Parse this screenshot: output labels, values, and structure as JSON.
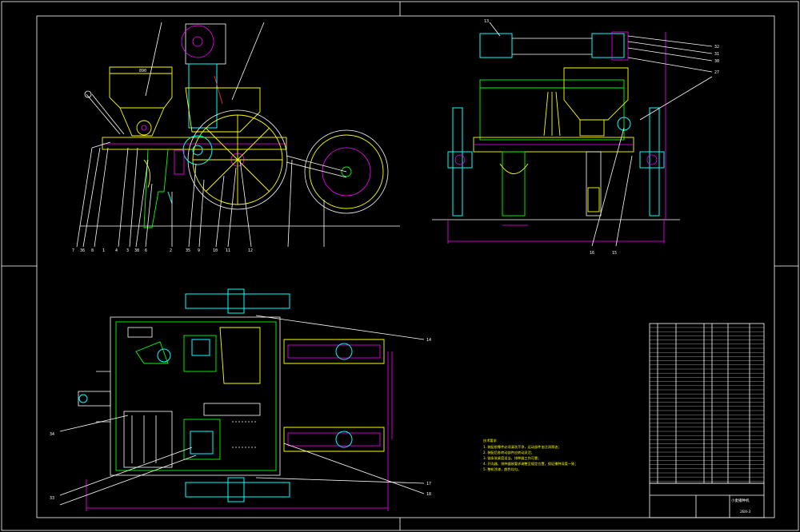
{
  "drawing": {
    "title_block_name": "小麦播种机",
    "title_block_code": "2BX-3",
    "front_view_labels": [
      "7",
      "36",
      "8",
      "1",
      "4",
      "3",
      "38",
      "6",
      "2",
      "35",
      "9",
      "10",
      "11",
      "12"
    ],
    "side_view_labels_top": [
      "13",
      "32",
      "31",
      "30",
      "27"
    ],
    "side_view_labels_bottom": [
      "16",
      "15"
    ],
    "top_view_labels": [
      "14",
      "34",
      "33",
      "17",
      "18"
    ],
    "notes_title": "技术要求",
    "notes": [
      "1. 装配前零件必须清洗干净，运动部件加注润滑油；",
      "2. 装配后各转动部件应转动灵活；",
      "3. 链条张紧度适当，排种器工作可靠；",
      "4. 开沟器、排种器按要求调整至规定位置，保证播种深度一致；",
      "5. 整机涂漆，颜色均匀。"
    ]
  }
}
